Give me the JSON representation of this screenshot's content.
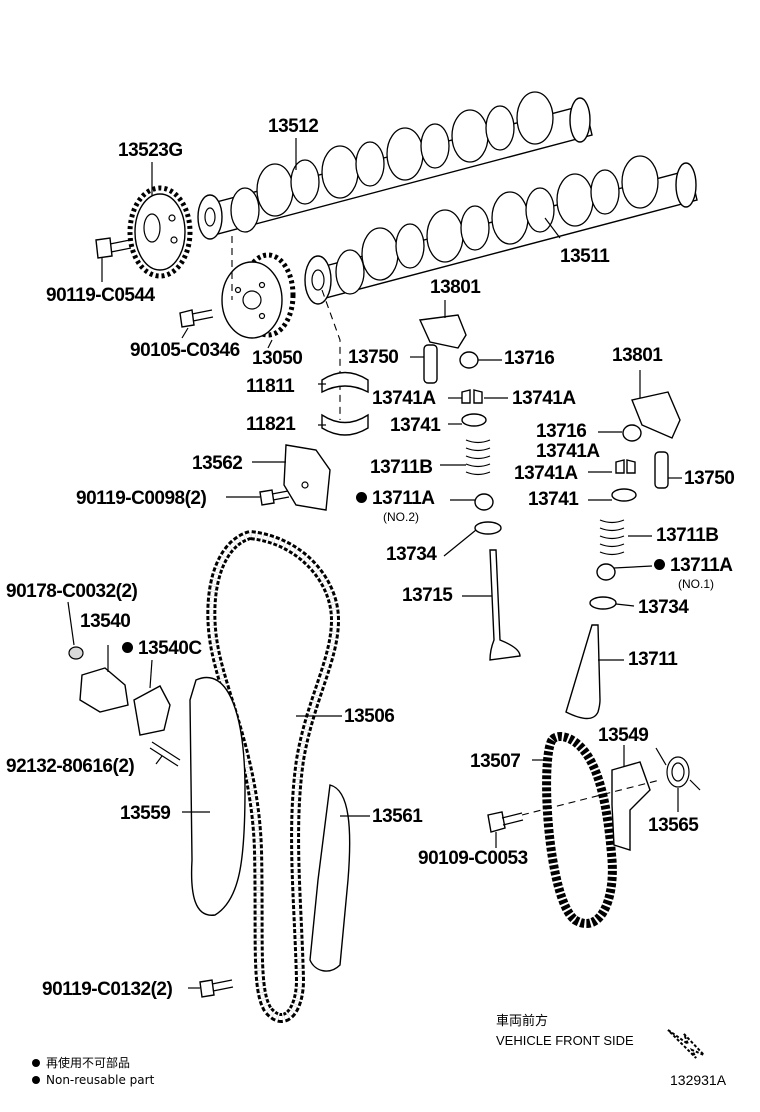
{
  "parts": {
    "p13512": "13512",
    "p13523G": "13523G",
    "p90119C0544": "90119-C0544",
    "p13511": "13511",
    "p90105C0346": "90105-C0346",
    "p13050": "13050",
    "p13801a": "13801",
    "p13750a": "13750",
    "p13716a": "13716",
    "p11811": "11811",
    "p13741Aa": "13741A",
    "p13741Ab": "13741A",
    "p13801b": "13801",
    "p11821": "11821",
    "p13741a": "13741",
    "p13716b": "13716",
    "p13741Ac": "13741A",
    "p13562": "13562",
    "p13711Ba": "13711B",
    "p13741Ad": "13741A",
    "p13750b": "13750",
    "p90119C0098": "90119-C0098(2)",
    "p13711Aa": "13711A",
    "p13741b": "13741",
    "no2": "(NO.2)",
    "p13711Bb": "13711B",
    "p13734a": "13734",
    "p13711Ab": "13711A",
    "no1": "(NO.1)",
    "p90178C0032": "90178-C0032(2)",
    "p13715": "13715",
    "p13734b": "13734",
    "p13540": "13540",
    "p13540C": "13540C",
    "p13711": "13711",
    "p13506": "13506",
    "p13549": "13549",
    "p92132": "92132-80616(2)",
    "p13507": "13507",
    "p13559": "13559",
    "p13561": "13561",
    "p13565": "13565",
    "p90109C0053": "90109-C0053",
    "p90119C0132": "90119-C0132(2)"
  },
  "front": {
    "jp": "車両前方",
    "en": "VEHICLE FRONT SIDE"
  },
  "legend": {
    "jp": "再使用不可部品",
    "en": "Non-reusable part"
  },
  "code": "132931A"
}
